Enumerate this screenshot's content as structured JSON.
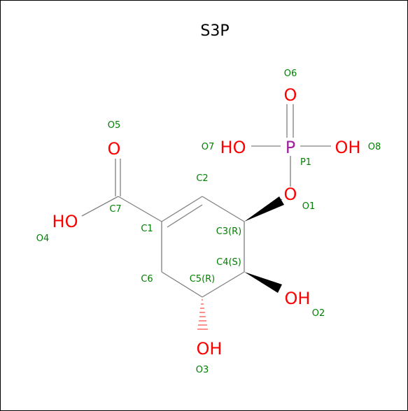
{
  "title": "S3P",
  "colors": {
    "oxygen": "#ff0000",
    "phosphorus": "#a020a0",
    "label": "#008000",
    "bond": "#808080",
    "wedge": "#000000"
  },
  "atoms": {
    "o6": "O",
    "o5": "O",
    "o7": "HO",
    "p1": "P",
    "o8": "OH",
    "o1": "O",
    "o4": "HO",
    "o2": "OH",
    "o3": "OH"
  },
  "labels": {
    "O6": "O6",
    "O5": "O5",
    "O7": "O7",
    "P1": "P1",
    "O8": "O8",
    "C2": "C2",
    "O1": "O1",
    "C7": "C7",
    "C1": "C1",
    "C3": "C3(R)",
    "O4": "O4",
    "C4": "C4(S)",
    "C6": "C6",
    "C5": "C5(R)",
    "O2": "O2",
    "O3": "O3"
  }
}
